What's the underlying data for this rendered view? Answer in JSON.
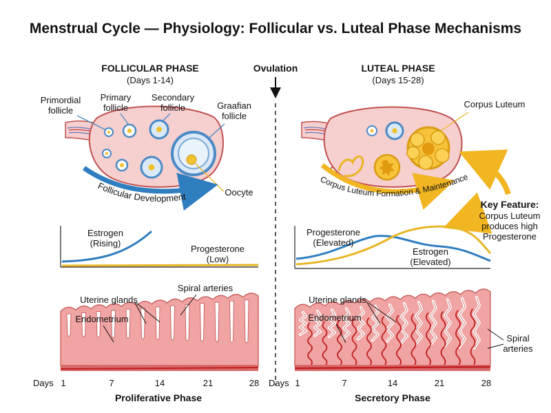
{
  "title": "Menstrual Cycle — Physiology: Follicular vs. Luteal Phase Mechanisms",
  "ovulation": "Ovulation",
  "follicular": {
    "heading": "FOLLICULAR PHASE",
    "days": "(Days 1-14)",
    "labels": {
      "primordial_1": "Primordial",
      "primordial_2": "follicle",
      "primary_1": "Primary",
      "primary_2": "follicle",
      "secondary_1": "Secondary",
      "secondary_2": "follicle",
      "graafian_1": "Graafian",
      "graafian_2": "follicle",
      "oocyte": "Oocyte",
      "development": "Follicular Development"
    },
    "hormones": {
      "estrogen_1": "Estrogen",
      "estrogen_2": "(Rising)",
      "progesterone_1": "Progesterone",
      "progesterone_2": "(Low)"
    },
    "uterus": {
      "glands": "Uterine glands",
      "endometrium": "Endometrium",
      "arteries": "Spiral arteries"
    },
    "axis": {
      "label": "Days",
      "ticks": [
        "1",
        "7",
        "14",
        "21",
        "28"
      ],
      "phase": "Proliferative Phase"
    }
  },
  "luteal": {
    "heading": "LUTEAL PHASE",
    "days": "(Days 15-28)",
    "labels": {
      "corpus_luteum": "Corpus Luteum",
      "formation": "Corpus Luteum Formation & Maintenance"
    },
    "key_feature": {
      "title": "Key Feature:",
      "line1": "Corpus Luteum",
      "line2": "produces high",
      "line3": "Progesterone"
    },
    "hormones": {
      "progesterone_1": "Progesterone",
      "progesterone_2": "(Elevated)",
      "estrogen_1": "Estrogen",
      "estrogen_2": "(Elevated)"
    },
    "uterus": {
      "glands": "Uterine glands",
      "endometrium": "Endometrium",
      "arteries_1": "Spiral",
      "arteries_2": "arteries"
    },
    "axis": {
      "label": "Days",
      "ticks": [
        "1",
        "7",
        "14",
        "21",
        "28"
      ],
      "phase": "Secretory Phase"
    }
  },
  "colors": {
    "ovary_fill": "#f6cfcf",
    "ovary_stroke": "#c0504f",
    "follicle_blue": "#4a8ac6",
    "oocyte_yellow": "#f2c230",
    "estrogen_blue": "#2f7ec0",
    "progesterone_yellow": "#e8b524",
    "endometrium_fill": "#f0a4a4",
    "artery_red": "#c21d1d",
    "arrow_yellow": "#f2b622"
  }
}
